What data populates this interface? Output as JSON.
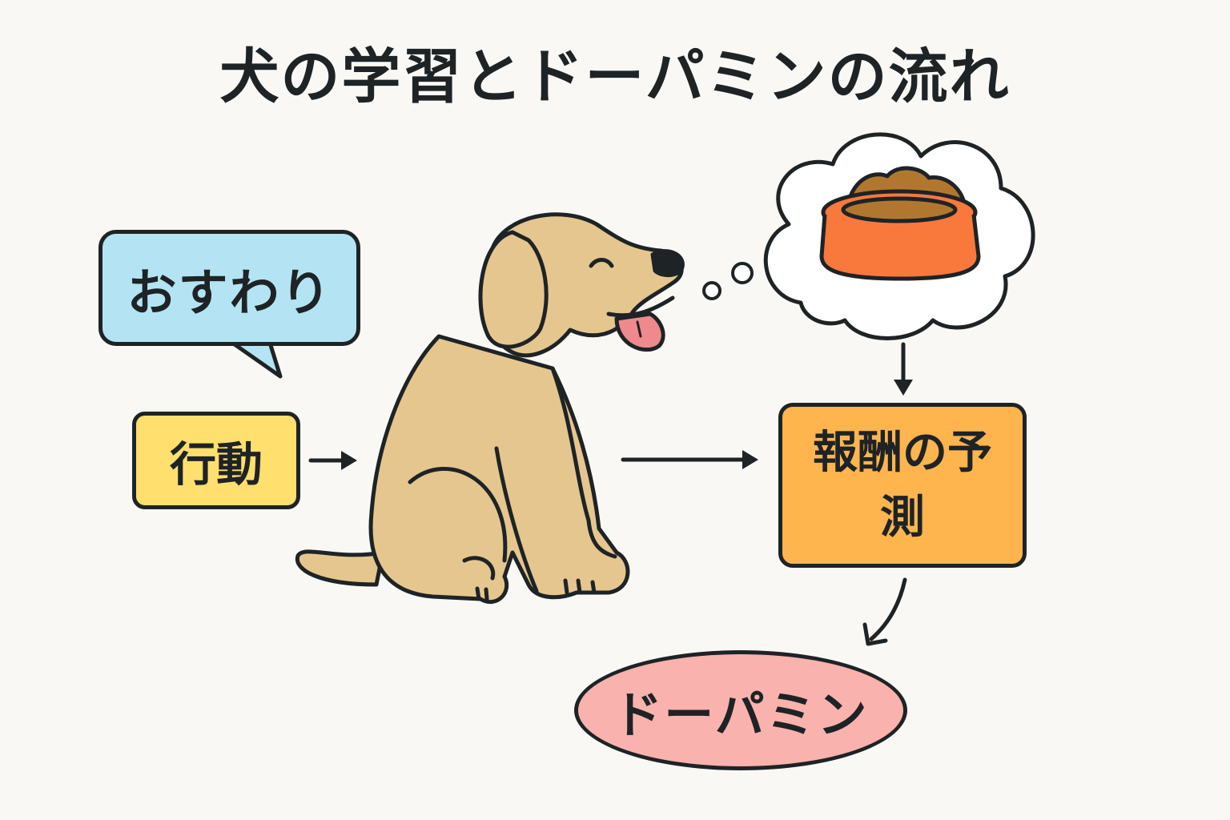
{
  "title": "犬の学習とドーパミンの流れ",
  "nodes": {
    "command": "おすわり",
    "action": "行動",
    "reward_prediction": "報酬の予測",
    "dopamine": "ドーパミン"
  },
  "colors": {
    "background": "#faf8f4",
    "outline": "#1e2326",
    "command_fill": "#b4e4f3",
    "action_fill": "#ffdf6e",
    "reward_fill": "#ffb54e",
    "dopamine_fill": "#f9b2ad",
    "dog_fill": "#e6c68f",
    "bowl_fill": "#f9783c",
    "food_fill": "#b2772f",
    "tongue_fill": "#ee8a8d"
  },
  "icons": [
    "speech-bubble",
    "dog-icon",
    "thought-cloud",
    "food-bowl-icon",
    "arrow-right",
    "arrow-down"
  ]
}
